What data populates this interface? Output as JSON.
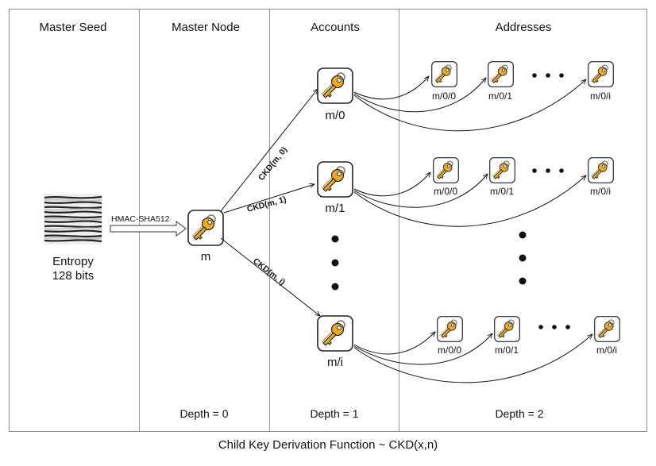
{
  "columns": {
    "master_seed": "Master Seed",
    "master_node": "Master Node",
    "accounts": "Accounts",
    "addresses": "Addresses"
  },
  "depths": {
    "d0": "Depth = 0",
    "d1": "Depth = 1",
    "d2": "Depth = 2"
  },
  "entropy": {
    "line1": "Entropy",
    "line2": "128 bits"
  },
  "hmac_label": "HMAC-SHA512",
  "master_label": "m",
  "accounts": [
    {
      "label": "m/0",
      "edge": "CKD(m, 0)",
      "addresses": [
        "m/0/0",
        "m/0/1",
        "m/0/i"
      ]
    },
    {
      "label": "m/1",
      "edge": "CKD(m, 1)",
      "addresses": [
        "m/0/0",
        "m/0/1",
        "m/0/i"
      ]
    },
    {
      "label": "m/i",
      "edge": "CKD(m, i)",
      "addresses": [
        "m/0/0",
        "m/0/1",
        "m/0/i"
      ]
    }
  ],
  "caption": "Child Key Derivation Function ~ CKD(x,n)",
  "colors": {
    "key_gold": "#e9a92a",
    "key_outline": "#222222",
    "grid_line": "#999999",
    "frame": "#888888"
  }
}
